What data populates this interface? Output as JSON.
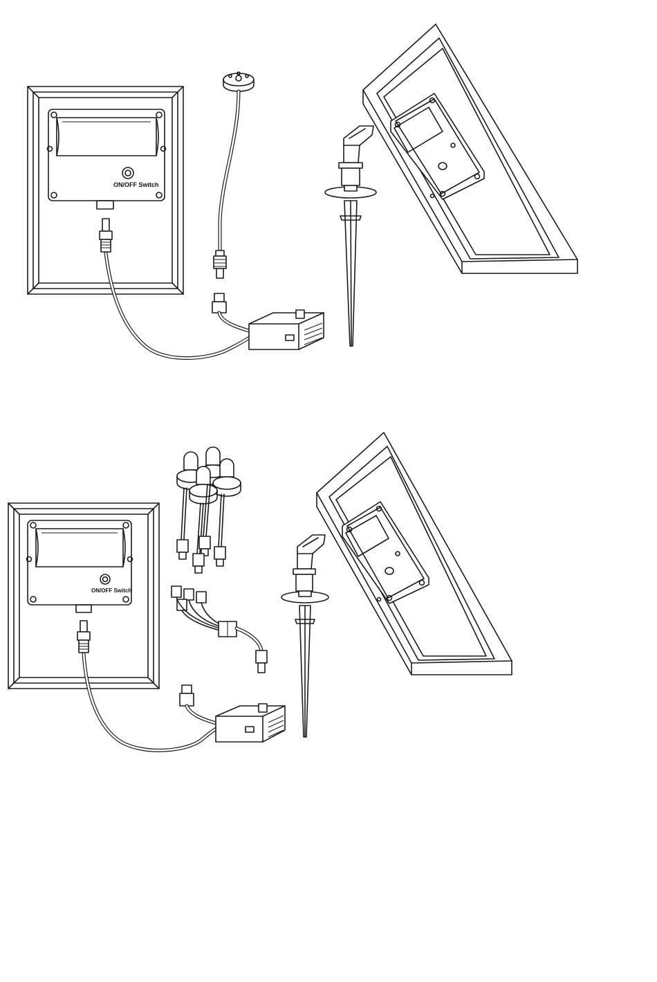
{
  "diagrams": [
    {
      "id": "top",
      "switch_label": "ON/OFF Switch"
    },
    {
      "id": "bottom",
      "switch_label": "ON/OFF Switch"
    }
  ],
  "colors": {
    "line": "#1a1a1a",
    "background": "#ffffff"
  }
}
